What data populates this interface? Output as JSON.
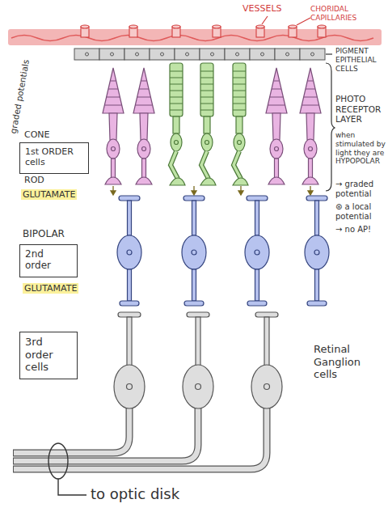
{
  "diagram": {
    "nodes": [
      {
        "text": [
          "1st ORDER cells"
        ]
      },
      {
        "text": [
          "2nd order"
        ]
      },
      {
        "text": [
          "3rd order cells"
        ]
      }
    ],
    "labels": [
      "VESSELS",
      "CHORIDAL CAPILLARIES",
      "PIGMENT EPITHELIAL CELLS",
      "graded potentials",
      "CONE",
      "ROD",
      "PHOTO RECEPTOR LAYER",
      "when stimulated by light they are HYPOPOLAR",
      "GLUTAMATE",
      "→ graded potential",
      "⊛ a local potential",
      "→ no AP!",
      "BIPOLAR",
      "GLUTAMATE",
      "Retinal Ganglion cells",
      "to optic disk"
    ]
  }
}
